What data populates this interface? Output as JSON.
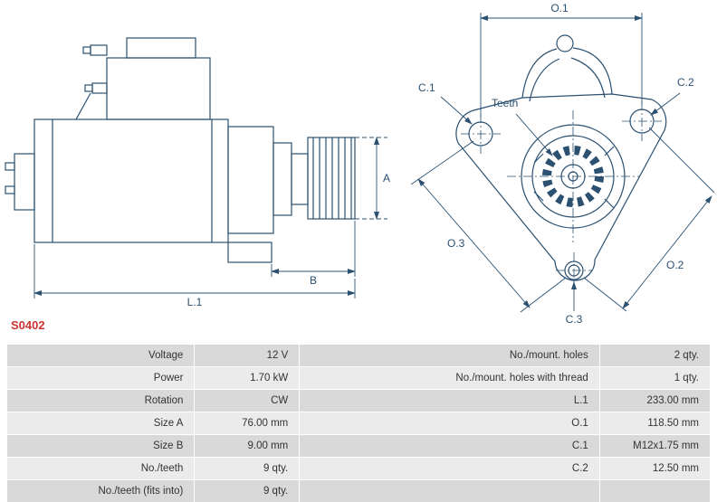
{
  "part_number": "S0402",
  "colors": {
    "drawing_line": "#2b5070",
    "part_number": "#cc3333",
    "row_dark": "#d9d9d9",
    "row_light": "#ebebeb"
  },
  "diagram": {
    "side_view": {
      "dim_a": "A",
      "dim_b": "B",
      "dim_l1": "L.1"
    },
    "end_view": {
      "dim_o1": "O.1",
      "dim_o2": "O.2",
      "dim_o3": "O.3",
      "dim_c1": "C.1",
      "dim_c2": "C.2",
      "dim_c3": "C.3",
      "teeth_label": "Teeth"
    }
  },
  "specs_table": {
    "rows": [
      {
        "lk": "Voltage",
        "lv": "12 V",
        "rk": "No./mount. holes",
        "rv": "2 qty."
      },
      {
        "lk": "Power",
        "lv": "1.70 kW",
        "rk": "No./mount. holes with thread",
        "rv": "1 qty."
      },
      {
        "lk": "Rotation",
        "lv": "CW",
        "rk": "L.1",
        "rv": "233.00 mm"
      },
      {
        "lk": "Size A",
        "lv": "76.00 mm",
        "rk": "O.1",
        "rv": "118.50 mm"
      },
      {
        "lk": "Size B",
        "lv": "9.00 mm",
        "rk": "C.1",
        "rv": "M12x1.75 mm"
      },
      {
        "lk": "No./teeth",
        "lv": "9 qty.",
        "rk": "C.2",
        "rv": "12.50 mm"
      },
      {
        "lk": "No./teeth (fits into)",
        "lv": "9 qty.",
        "rk": "",
        "rv": ""
      }
    ]
  }
}
